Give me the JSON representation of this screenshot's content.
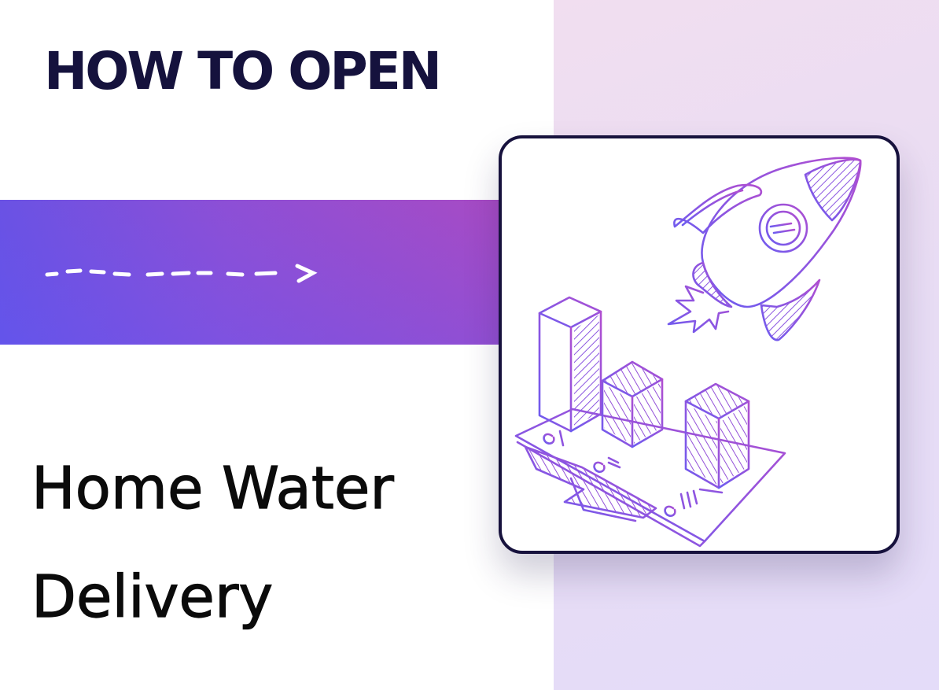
{
  "header": {
    "title": "HOW TO OPEN"
  },
  "main": {
    "title_line1": "Home Water",
    "title_line2": "Delivery"
  },
  "illustration": {
    "icons": [
      "rocket-icon",
      "bar-chart-icon",
      "arrow-right-icon"
    ]
  },
  "colors": {
    "title": "#15123d",
    "text": "#0b0b0b",
    "band_start": "#6a52e4",
    "band_end": "#a84bc4",
    "stroke_start": "#6d5cf0",
    "stroke_end": "#b04ed0",
    "panel": "#ecdcf3"
  }
}
